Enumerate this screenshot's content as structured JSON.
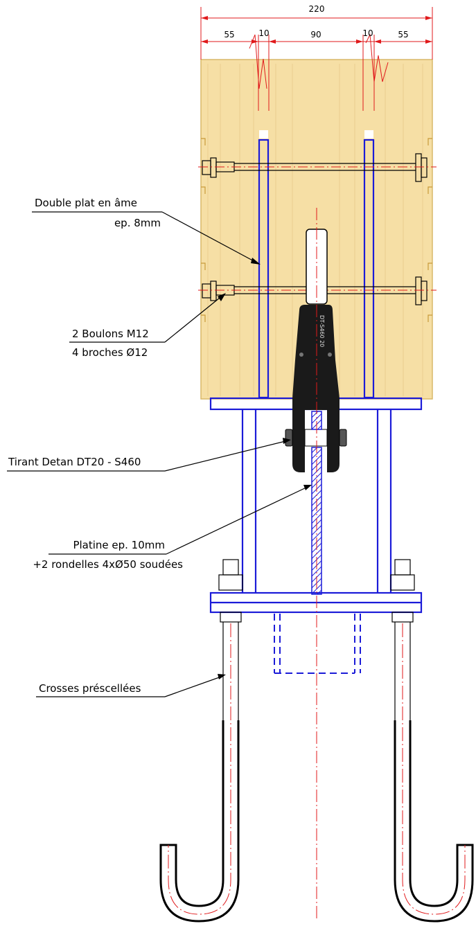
{
  "dimensions": {
    "overall": "220",
    "segments": [
      "55",
      "10",
      "90",
      "10",
      "55"
    ]
  },
  "callouts": {
    "double_plat": [
      "Double plat en âme",
      "ep. 8mm"
    ],
    "boulons": [
      "2 Boulons M12",
      "4 broches Ø12"
    ],
    "tirant": [
      "Tirant Detan DT20 - S460"
    ],
    "platine": [
      "Platine ep. 10mm",
      "+2 rondelles 4xØ50 soudées"
    ],
    "crosses": [
      "Crosses préscellées"
    ]
  },
  "fork_marking": "DT-S460 20",
  "colors": {
    "timber_fill": "#f6dfa5",
    "timber_edge": "#d9b86a",
    "steel_plate": "#1b1bd8",
    "dimension": "#e0191b",
    "fork": "#1a1a1a"
  }
}
